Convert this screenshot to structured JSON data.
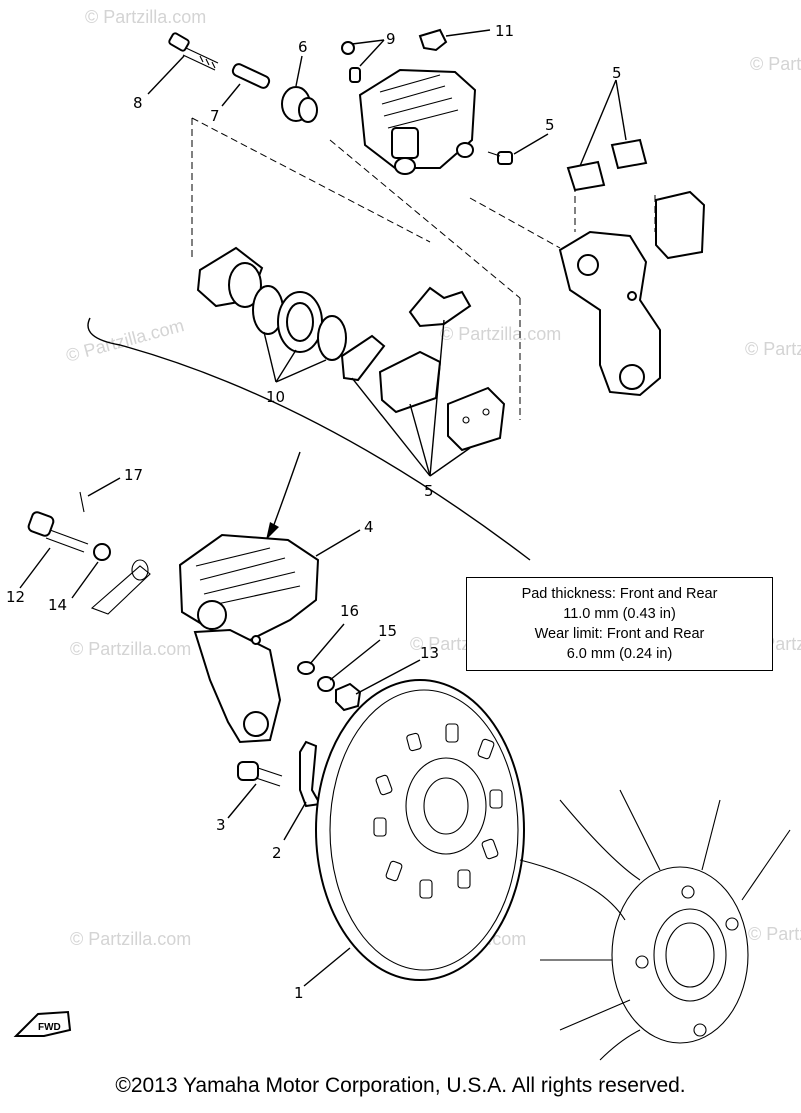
{
  "watermark": "© Partzilla.com",
  "callouts": {
    "c1": "1",
    "c2": "2",
    "c3": "3",
    "c4": "4",
    "c5a": "5",
    "c5b": "5",
    "c5c": "5",
    "c6": "6",
    "c7": "7",
    "c8": "8",
    "c9": "9",
    "c10": "10",
    "c11": "11",
    "c12": "12",
    "c13": "13",
    "c14": "14",
    "c15": "15",
    "c16": "16",
    "c17": "17"
  },
  "spec": {
    "line1": "Pad thickness:  Front and Rear",
    "line2": "11.0 mm (0.43 in)",
    "line3": "Wear limit:  Front and Rear",
    "line4": "6.0 mm (0.24 in)"
  },
  "fwd_label": "FWD",
  "copyright": "©2013 Yamaha Motor Corporation, U.S.A. All rights reserved."
}
